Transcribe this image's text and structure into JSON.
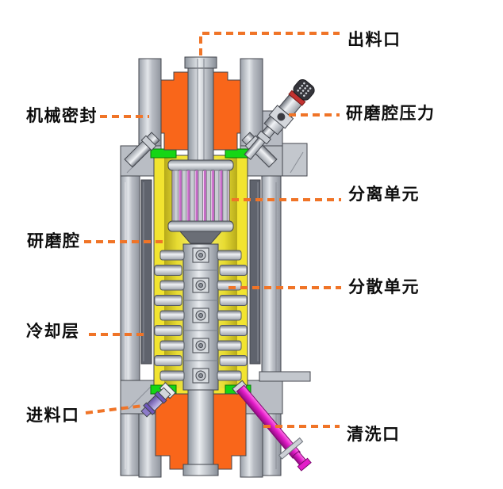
{
  "diagram": {
    "type": "bead-mill-cross-section",
    "labels": {
      "outlet": "出料口",
      "mechanical_seal": "机械密封",
      "chamber_pressure": "研磨腔压力",
      "separation_unit": "分离单元",
      "grinding_chamber": "研磨腔",
      "dispersion_unit": "分散单元",
      "cooling_layer": "冷却层",
      "inlet": "进料口",
      "cleaning_port": "清洗口"
    },
    "colors": {
      "leader_line": "#F07427",
      "label_text": "#0D0D0D",
      "housing_gray": "#B9BDC4",
      "cooling_dark_gray": "#5F636D",
      "seal_block_orange": "#F9661A",
      "chamber_yellow": "#F2E430",
      "seal_green": "#15D615",
      "separator_pink": "#F2D9F2",
      "separator_stripe_magenta": "#C76AC7",
      "cleaning_pipe_magenta": "#E31CC9",
      "inlet_purple": "#9F90D3",
      "sensor_cap_black": "#35353B",
      "sensor_ring_red": "#C23230",
      "background": "#FFFFFF"
    }
  }
}
